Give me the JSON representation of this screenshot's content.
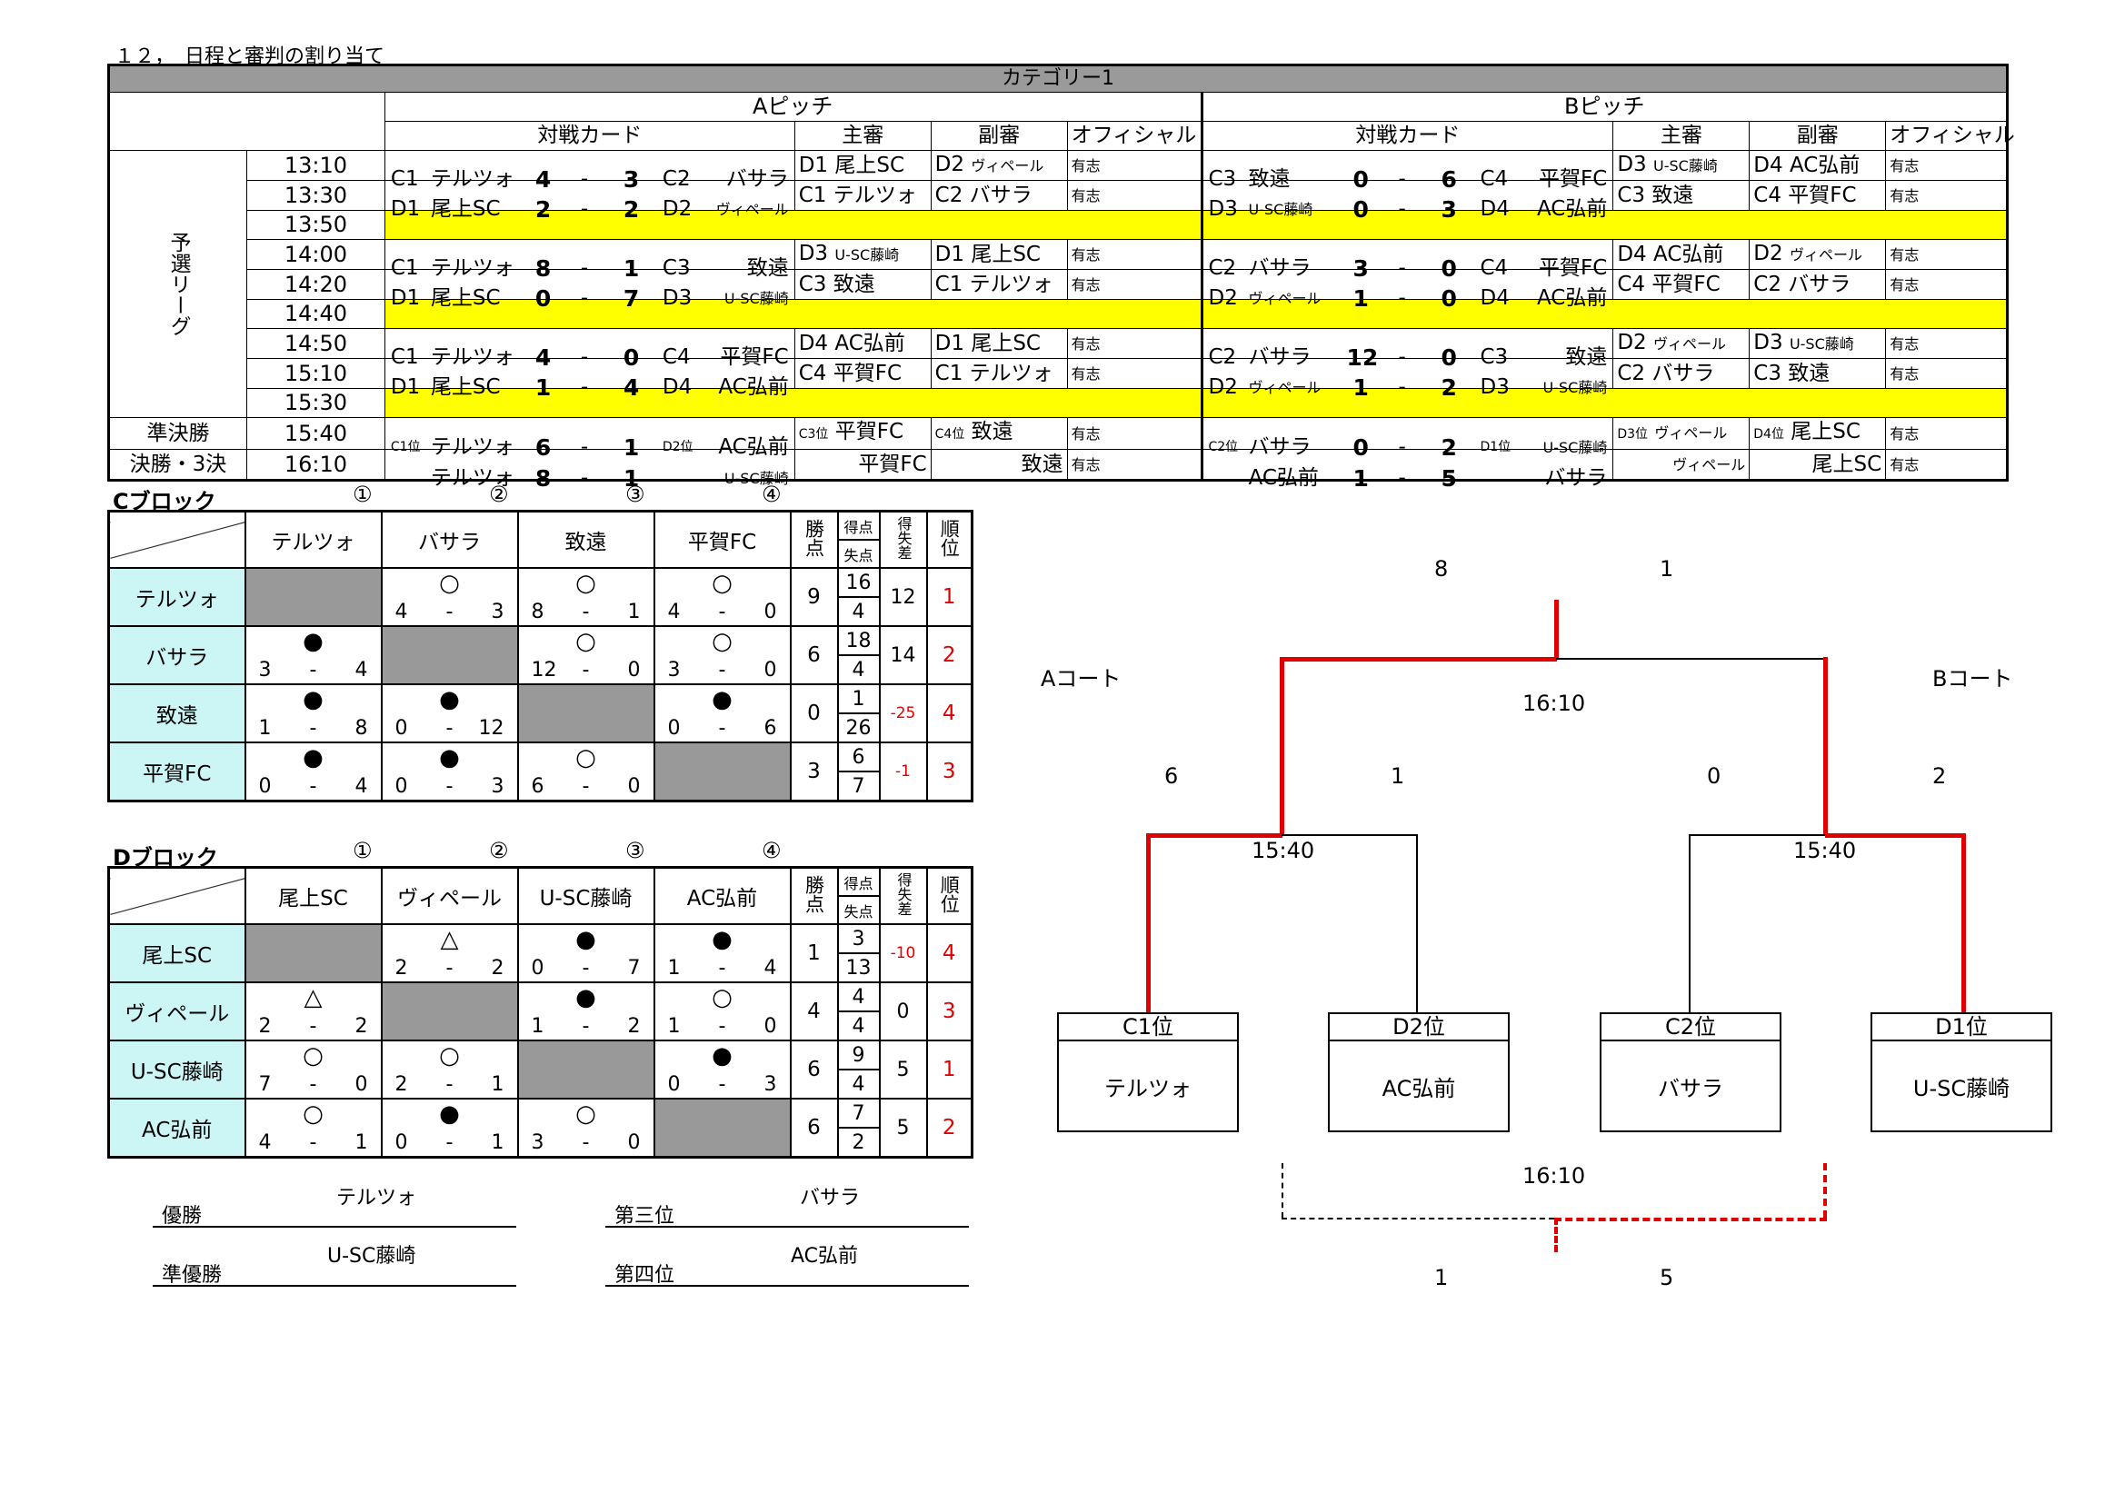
{
  "heading": "１２，　日程と審判の割り当て",
  "category": "カテゴリー1",
  "pitch_a": "Aピッチ",
  "pitch_b": "Bピッチ",
  "col_headers": {
    "match": "対戦カード",
    "referee": "主審",
    "assistant": "副審",
    "official": "オフィシャル"
  },
  "stage_prelim": "予選リーグ",
  "stage_semi": "準決勝",
  "stage_final": "決勝・3決",
  "schedule": [
    {
      "time": "13:10",
      "a": {
        "c1": "C1",
        "t1": "テルツォ",
        "s1": "4",
        "s2": "3",
        "c2": "C2",
        "t2": "バサラ",
        "r": "D1 尾上SC",
        "as": "D2 ヴィペール",
        "o": "有志"
      },
      "b": {
        "c1": "C3",
        "t1": "致遠",
        "s1": "0",
        "s2": "6",
        "c2": "C4",
        "t2": "平賀FC",
        "r": "D3 U-SC藤崎",
        "as": "D4 AC弘前",
        "o": "有志"
      }
    },
    {
      "time": "13:30",
      "a": {
        "c1": "D1",
        "t1": "尾上SC",
        "s1": "2",
        "s2": "2",
        "c2": "D2",
        "t2": "ヴィペール",
        "r": "C1 テルツォ",
        "as": "C2 バサラ",
        "o": "有志"
      },
      "b": {
        "c1": "D3",
        "t1": "U-SC藤崎",
        "s1": "0",
        "s2": "3",
        "c2": "D4",
        "t2": "AC弘前",
        "r": "C3 致遠",
        "as": "C4 平賀FC",
        "o": "有志"
      }
    },
    {
      "time": "13:50",
      "blank": true
    },
    {
      "time": "14:00",
      "a": {
        "c1": "C1",
        "t1": "テルツォ",
        "s1": "8",
        "s2": "1",
        "c2": "C3",
        "t2": "致遠",
        "r": "D3 U-SC藤崎",
        "as": "D1 尾上SC",
        "o": "有志"
      },
      "b": {
        "c1": "C2",
        "t1": "バサラ",
        "s1": "3",
        "s2": "0",
        "c2": "C4",
        "t2": "平賀FC",
        "r": "D4 AC弘前",
        "as": "D2 ヴィペール",
        "o": "有志"
      }
    },
    {
      "time": "14:20",
      "a": {
        "c1": "D1",
        "t1": "尾上SC",
        "s1": "0",
        "s2": "7",
        "c2": "D3",
        "t2": "U-SC藤崎",
        "r": "C3 致遠",
        "as": "C1 テルツォ",
        "o": "有志"
      },
      "b": {
        "c1": "D2",
        "t1": "ヴィペール",
        "s1": "1",
        "s2": "0",
        "c2": "D4",
        "t2": "AC弘前",
        "r": "C4 平賀FC",
        "as": "C2 バサラ",
        "o": "有志"
      }
    },
    {
      "time": "14:40",
      "blank": true
    },
    {
      "time": "14:50",
      "a": {
        "c1": "C1",
        "t1": "テルツォ",
        "s1": "4",
        "s2": "0",
        "c2": "C4",
        "t2": "平賀FC",
        "r": "D4 AC弘前",
        "as": "D1 尾上SC",
        "o": "有志"
      },
      "b": {
        "c1": "C2",
        "t1": "バサラ",
        "s1": "12",
        "s2": "0",
        "c2": "C3",
        "t2": "致遠",
        "r": "D2 ヴィペール",
        "as": "D3 U-SC藤崎",
        "o": "有志"
      }
    },
    {
      "time": "15:10",
      "a": {
        "c1": "D1",
        "t1": "尾上SC",
        "s1": "1",
        "s2": "4",
        "c2": "D4",
        "t2": "AC弘前",
        "r": "C4 平賀FC",
        "as": "C1 テルツォ",
        "o": "有志"
      },
      "b": {
        "c1": "D2",
        "t1": "ヴィペール",
        "s1": "1",
        "s2": "2",
        "c2": "D3",
        "t2": "U-SC藤崎",
        "r": "C2 バサラ",
        "as": "C3 致遠",
        "o": "有志"
      }
    },
    {
      "time": "15:30",
      "blank": true
    },
    {
      "time": "15:40",
      "stage": "semi",
      "a": {
        "c1": "C1位",
        "t1": "テルツォ",
        "s1": "6",
        "s2": "1",
        "c2": "D2位",
        "t2": "AC弘前",
        "r": "C3位 平賀FC",
        "as": "C4位 致遠",
        "o": "有志"
      },
      "b": {
        "c1": "C2位",
        "t1": "バサラ",
        "s1": "0",
        "s2": "2",
        "c2": "D1位",
        "t2": "U-SC藤崎",
        "r": "D3位 ヴィペール",
        "as": "D4位 尾上SC",
        "o": "有志"
      }
    },
    {
      "time": "16:10",
      "stage": "final",
      "a": {
        "c1": "",
        "t1": "テルツォ",
        "s1": "8",
        "s2": "1",
        "c2": "",
        "t2": "U-SC藤崎",
        "r": "平賀FC",
        "as": "致遠",
        "o": "有志"
      },
      "b": {
        "c1": "",
        "t1": "AC弘前",
        "s1": "1",
        "s2": "5",
        "c2": "",
        "t2": "バサラ",
        "r": "ヴィペール",
        "as": "尾上SC",
        "o": "有志"
      }
    }
  ],
  "dash": "-",
  "block_c": {
    "title": "Cブロック",
    "nums": [
      "①",
      "②",
      "③",
      "④"
    ],
    "teams": [
      "テルツォ",
      "バサラ",
      "致遠",
      "平賀FC"
    ],
    "hdr_points": "勝点",
    "hdr_gf": "得点",
    "hdr_ga": "失点",
    "hdr_gd": "得失差",
    "hdr_rank": "順位",
    "rows": [
      {
        "cells": [
          null,
          {
            "m": "○",
            "l": "4",
            "r": "3"
          },
          {
            "m": "○",
            "l": "8",
            "r": "1"
          },
          {
            "m": "○",
            "l": "4",
            "r": "0"
          }
        ],
        "pts": "9",
        "gf": "16",
        "ga": "4",
        "gd": "12",
        "rank": "1"
      },
      {
        "cells": [
          {
            "m": "●",
            "l": "3",
            "r": "4"
          },
          null,
          {
            "m": "○",
            "l": "12",
            "r": "0"
          },
          {
            "m": "○",
            "l": "3",
            "r": "0"
          }
        ],
        "pts": "6",
        "gf": "18",
        "ga": "4",
        "gd": "14",
        "rank": "2"
      },
      {
        "cells": [
          {
            "m": "●",
            "l": "1",
            "r": "8"
          },
          {
            "m": "●",
            "l": "0",
            "r": "12"
          },
          null,
          {
            "m": "●",
            "l": "0",
            "r": "6"
          }
        ],
        "pts": "0",
        "gf": "1",
        "ga": "26",
        "gd": "-25",
        "rank": "4"
      },
      {
        "cells": [
          {
            "m": "●",
            "l": "0",
            "r": "4"
          },
          {
            "m": "●",
            "l": "0",
            "r": "3"
          },
          {
            "m": "○",
            "l": "6",
            "r": "0"
          },
          null
        ],
        "pts": "3",
        "gf": "6",
        "ga": "7",
        "gd": "-1",
        "rank": "3"
      }
    ]
  },
  "block_d": {
    "title": "Dブロック",
    "nums": [
      "①",
      "②",
      "③",
      "④"
    ],
    "teams": [
      "尾上SC",
      "ヴィペール",
      "U-SC藤崎",
      "AC弘前"
    ],
    "hdr_points": "勝点",
    "hdr_gf": "得点",
    "hdr_ga": "失点",
    "hdr_gd": "得失差",
    "hdr_rank": "順位",
    "rows": [
      {
        "cells": [
          null,
          {
            "m": "△",
            "l": "2",
            "r": "2"
          },
          {
            "m": "●",
            "l": "0",
            "r": "7"
          },
          {
            "m": "●",
            "l": "1",
            "r": "4"
          }
        ],
        "pts": "1",
        "gf": "3",
        "ga": "13",
        "gd": "-10",
        "rank": "4"
      },
      {
        "cells": [
          {
            "m": "△",
            "l": "2",
            "r": "2"
          },
          null,
          {
            "m": "●",
            "l": "1",
            "r": "2"
          },
          {
            "m": "○",
            "l": "1",
            "r": "0"
          }
        ],
        "pts": "4",
        "gf": "4",
        "ga": "4",
        "gd": "0",
        "rank": "3"
      },
      {
        "cells": [
          {
            "m": "○",
            "l": "7",
            "r": "0"
          },
          {
            "m": "○",
            "l": "2",
            "r": "1"
          },
          null,
          {
            "m": "●",
            "l": "0",
            "r": "3"
          }
        ],
        "pts": "6",
        "gf": "9",
        "ga": "4",
        "gd": "5",
        "rank": "1"
      },
      {
        "cells": [
          {
            "m": "○",
            "l": "4",
            "r": "1"
          },
          {
            "m": "●",
            "l": "0",
            "r": "1"
          },
          {
            "m": "○",
            "l": "3",
            "r": "0"
          },
          null
        ],
        "pts": "6",
        "gf": "7",
        "ga": "2",
        "gd": "5",
        "rank": "2"
      }
    ]
  },
  "standings": {
    "champion_label": "優勝",
    "champion": "テルツォ",
    "runnerup_label": "準優勝",
    "runnerup": "U-SC藤崎",
    "third_label": "第三位",
    "third": "バサラ",
    "fourth_label": "第四位",
    "fourth": "AC弘前"
  },
  "bracket": {
    "court_a": "Aコート",
    "court_b": "Bコート",
    "final_time": "16:10",
    "semi_time": "15:40",
    "third_time": "16:10",
    "final_score_l": "8",
    "final_score_r": "1",
    "semi_a_l": "6",
    "semi_a_r": "1",
    "semi_b_l": "0",
    "semi_b_r": "2",
    "third_score_l": "1",
    "third_score_r": "5",
    "slots": [
      {
        "pos": "C1位",
        "team": "テルツォ"
      },
      {
        "pos": "D2位",
        "team": "AC弘前"
      },
      {
        "pos": "C2位",
        "team": "バサラ"
      },
      {
        "pos": "D1位",
        "team": "U-SC藤崎"
      }
    ]
  },
  "colors": {
    "win_line": "#e00000",
    "highlight": "#ffff00",
    "team_cell": "#ccf5f5",
    "gray": "#999999"
  }
}
